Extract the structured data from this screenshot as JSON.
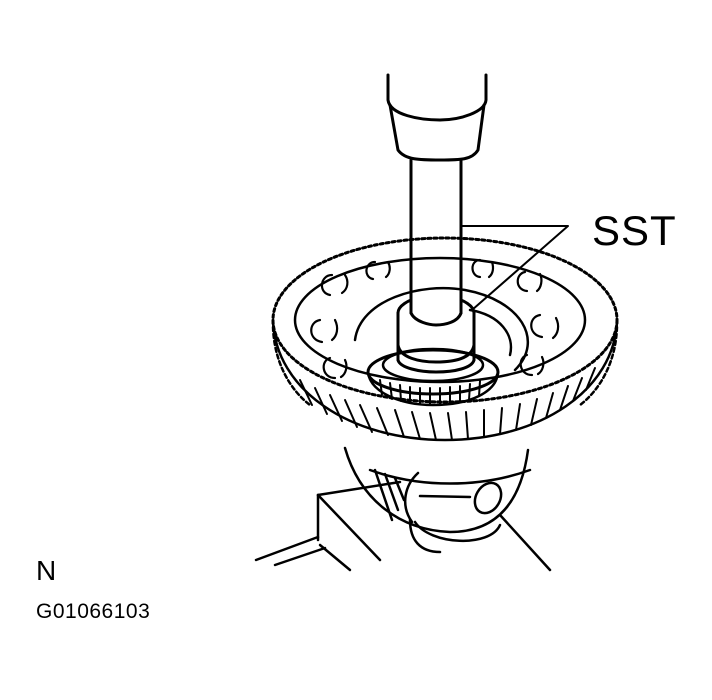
{
  "figure": {
    "callout_label": "SST",
    "view_label": "N",
    "figure_code": "G01066103",
    "colors": {
      "line": "#000000",
      "background": "#ffffff"
    }
  }
}
